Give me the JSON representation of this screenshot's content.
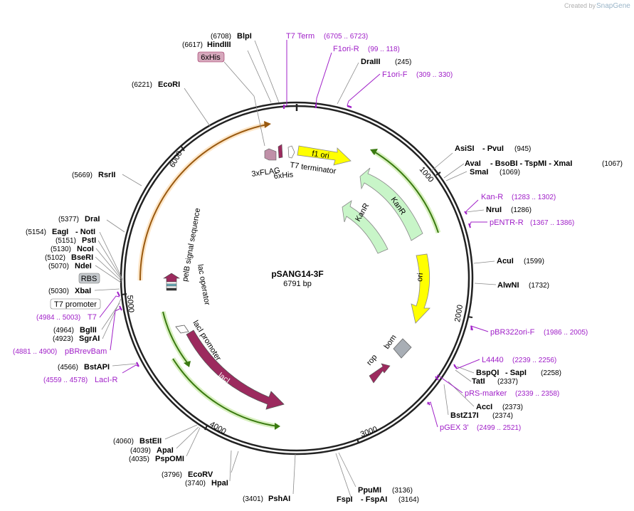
{
  "credit": {
    "prefix": "Created by",
    "brand": "SnapGene"
  },
  "plasmid": {
    "name": "pSANG14-3F",
    "size": "6791 bp"
  },
  "colors": {
    "backbone": "#222222",
    "primer": "#a020c8",
    "orf_maroon": "#9c2a5e",
    "yellow": "#ffff00",
    "kanr": "#c8f5c8",
    "grey": "#a8aeb5",
    "green_arc": "#4a9a1a",
    "orange_arc": "#e8a040"
  },
  "ticks": [
    {
      "label": "1000"
    },
    {
      "label": "2000"
    },
    {
      "label": "3000"
    },
    {
      "label": "4000"
    },
    {
      "label": "5000"
    },
    {
      "label": "6000"
    }
  ],
  "enzymes": [
    {
      "name": "BlpI",
      "pos": "(6708)"
    },
    {
      "name": "HindIII",
      "pos": "(6617)"
    },
    {
      "name": "EcoRI",
      "pos": "(6221)"
    },
    {
      "name": "DraIII",
      "pos": "(245)"
    },
    {
      "name": "AsiSI",
      "sep": "- PvuI",
      "pos": "(945)"
    },
    {
      "name": "AvaI",
      "sep": "- BsoBI - TspMI - XmaI",
      "pos": "(1067)"
    },
    {
      "name": "SmaI",
      "pos": "(1069)"
    },
    {
      "name": "NruI",
      "pos": "(1286)"
    },
    {
      "name": "AcuI",
      "pos": "(1599)"
    },
    {
      "name": "AlwNI",
      "pos": "(1732)"
    },
    {
      "name": "BspQI",
      "sep": "- SapI",
      "pos": "(2258)"
    },
    {
      "name": "TatI",
      "pos": "(2337)"
    },
    {
      "name": "AccI",
      "pos": "(2373)"
    },
    {
      "name": "BstZ17I",
      "pos": "(2374)"
    },
    {
      "name": "PpuMI",
      "pos": "(3136)"
    },
    {
      "name": "FspI",
      "sep": "- FspAI",
      "pos": "(3164)"
    },
    {
      "name": "PshAI",
      "pos": "(3401)"
    },
    {
      "name": "EcoRV",
      "pos": "(3796)"
    },
    {
      "name": "HpaI",
      "pos": "(3740)"
    },
    {
      "name": "BstEII",
      "pos": "(4060)"
    },
    {
      "name": "ApaI",
      "pos": "(4039)"
    },
    {
      "name": "PspOMI",
      "pos": "(4035)"
    },
    {
      "name": "BstAPI",
      "pos": "(4566)"
    },
    {
      "name": "BglII",
      "pos": "(4964)"
    },
    {
      "name": "SgrAI",
      "pos": "(4923)"
    },
    {
      "name": "XbaI",
      "pos": "(5030)"
    },
    {
      "name": "NdeI",
      "pos": "(5070)"
    },
    {
      "name": "BseRI",
      "pos": "(5102)"
    },
    {
      "name": "NcoI",
      "pos": "(5130)"
    },
    {
      "name": "PstI",
      "pos": "(5151)"
    },
    {
      "name": "EagI",
      "sep": "- NotI",
      "pos": "(5154)"
    },
    {
      "name": "DraI",
      "pos": "(5377)"
    },
    {
      "name": "RsrII",
      "pos": "(5669)"
    }
  ],
  "primers": [
    {
      "name": "T7 Term",
      "range": "(6705 .. 6723)"
    },
    {
      "name": "F1ori-R",
      "range": "(99 .. 118)"
    },
    {
      "name": "F1ori-F",
      "range": "(309 .. 330)"
    },
    {
      "name": "Kan-R",
      "range": "(1283 .. 1302)"
    },
    {
      "name": "pENTR-R",
      "range": "(1367 .. 1386)"
    },
    {
      "name": "pBR322ori-F",
      "range": "(1986 .. 2005)"
    },
    {
      "name": "L4440",
      "range": "(2239 .. 2256)"
    },
    {
      "name": "pRS-marker",
      "range": "(2339 .. 2358)"
    },
    {
      "name": "pGEX 3'",
      "range": "(2499 .. 2521)"
    },
    {
      "name": "T7",
      "range": "(4984 .. 5003)"
    },
    {
      "name": "pBRrevBam",
      "range": "(4881 .. 4900)"
    },
    {
      "name": "LacI-R",
      "range": "(4559 .. 4578)"
    }
  ],
  "features": {
    "f1_ori": "f1 ori",
    "kanr_outer": "KanR",
    "kanr_inner": "KanR",
    "ori": "ori",
    "bom": "bom",
    "rop": "rop",
    "laci": "lacI",
    "laci_promoter": "lacI promoter",
    "lac_operator": "lac operator",
    "pelb": "pelB signal sequence",
    "flag": "3xFLAG",
    "his6": "6xHis",
    "t7_terminator": "T7 terminator",
    "boxed_6xhis": "6xHis",
    "boxed_rbs": "RBS",
    "boxed_t7_promoter": "T7 promoter"
  }
}
